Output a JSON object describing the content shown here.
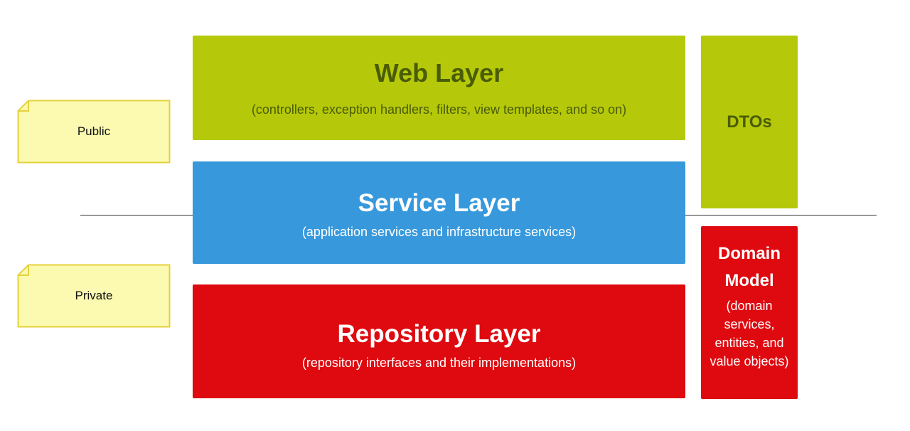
{
  "diagram": {
    "notes": {
      "public": "Public",
      "private": "Private"
    },
    "web_layer": {
      "title": "Web Layer",
      "subtitle": "(controllers, exception handlers, filters, view templates, and so on)"
    },
    "service_layer": {
      "title": "Service Layer",
      "subtitle": "(application services and infrastructure services)"
    },
    "repository_layer": {
      "title": "Repository Layer",
      "subtitle": "(repository interfaces and their implementations)"
    },
    "dtos": {
      "title": "DTOs"
    },
    "domain_model": {
      "title_line1": "Domain",
      "title_line2": "Model",
      "subtitle": "(domain services, entities, and value objects)"
    },
    "colors": {
      "web_green": "#b5c90a",
      "service_blue": "#3799dc",
      "repository_red": "#de0a0f",
      "note_yellow": "#fbfab0",
      "note_border": "#e4d23c"
    }
  }
}
